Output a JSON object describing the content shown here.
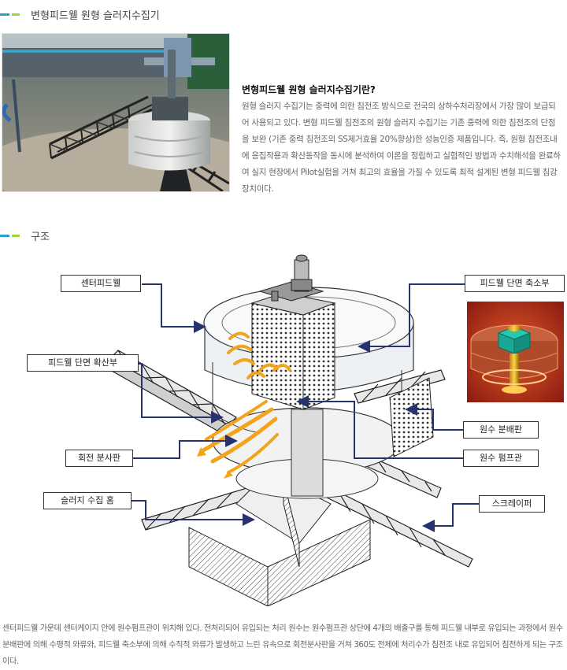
{
  "section1": {
    "title": "변형피드웰 원형 슬러지수집기"
  },
  "intro": {
    "heading": "변형피드웰 원형 슬러지수집기란?",
    "body": "원형 슬러지 수집기는 중력에 의한 침전조 방식으로 전국의 상하수처리장에서 가장 많이 보급되어 사용되고 있다. 변형 피드웰 침전조의 원형 슬러지 수집기는 기존 중력에 의한 침전조의 단점을 보완 (기존 중력 침전조의 SS제거효율 20%향상)한 성능인증 제품입니다. 즉, 원형 침전조내에 응집작용과 확산동작을 동시에 분석하여 이론을 정립하고 실험적인 방법과 수치해석을 완료하여 실지 현장에서 Pilot실험을 거쳐 최고의 효율을 가질 수 있도록 최적 설계된 변형 피드웰 침강장치이다."
  },
  "section2": {
    "title": "구조"
  },
  "labels": {
    "center_feedwell": "센터피드웰",
    "feedwell_contraction": "피드웰 단면 축소부",
    "feedwell_expansion": "피드웰 단면 확산부",
    "raw_distributor": "원수 분배판",
    "rotating_deflector": "회전 분사판",
    "raw_pump_pipe": "원수 펌프관",
    "sludge_hopper": "슬러지 수집 홈",
    "scraper": "스크레이퍼"
  },
  "footer": {
    "text": "센터피드웰 가운데 센터케이지 안에 원수펌프관이 위치해 있다. 전처리되어 유입되는 처리 원수는 원수펌프관 상단에 4개의 배출구를 통해 피드웰 내부로 유입되는 과정에서 원수분배판에 의해 수평적 와류와, 피드웰 축소부에 의해 수직적 와류가 발생하고 느린 유속으로 회전분사판을 거쳐 360도 전체에 처리수가 침전조 내로 유입되어 침전하게 되는 구조이다."
  },
  "colors": {
    "accent_blue": "#2a9fd6",
    "accent_green": "#9bd43b",
    "flow_orange": "#f2a51c"
  }
}
